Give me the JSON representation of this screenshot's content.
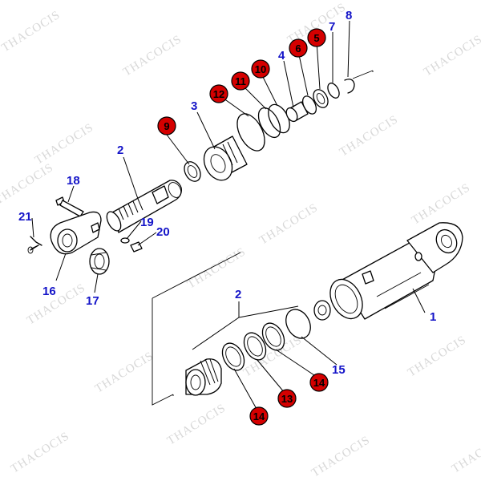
{
  "watermark": "THACOCIS",
  "parts": {
    "p1": "1",
    "p2": "2",
    "p2b": "2",
    "p3": "3",
    "p4": "4",
    "p5": "5",
    "p6": "6",
    "p7": "7",
    "p8": "8",
    "p9": "9",
    "p10": "10",
    "p11": "11",
    "p12": "12",
    "p13": "13",
    "p14": "14",
    "p14b": "14",
    "p15": "15",
    "p16": "16",
    "p17": "17",
    "p18": "18",
    "p19": "19",
    "p20": "20",
    "p21": "21"
  },
  "colors": {
    "label": "#1414c8",
    "badge": "#d50000"
  }
}
